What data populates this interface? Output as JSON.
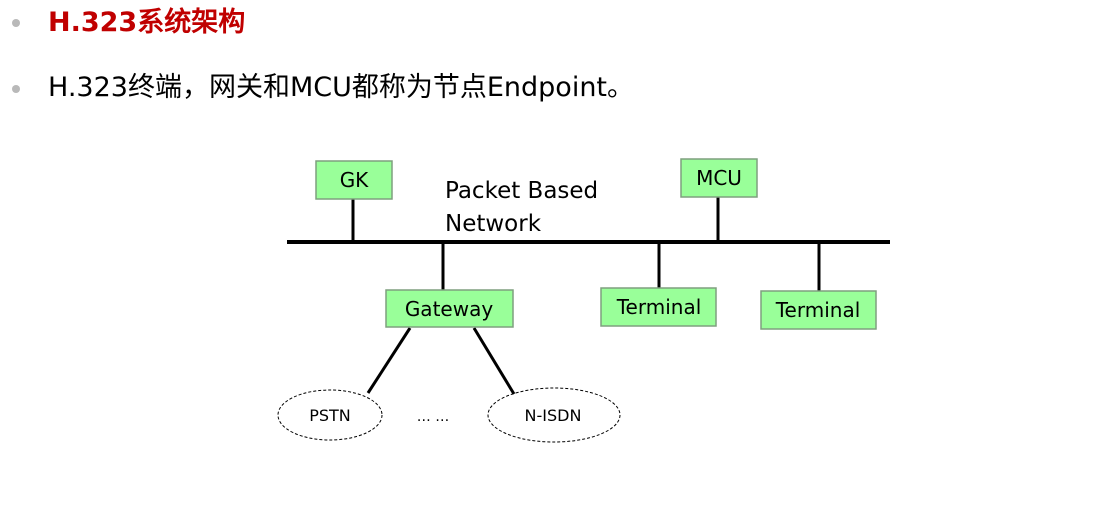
{
  "bullets": {
    "title": "H.323系统架构",
    "description": "H.323终端，网关和MCU都称为节点Endpoint。"
  },
  "diagram": {
    "network_label_line1": "Packet Based",
    "network_label_line2": "Network",
    "nodes": {
      "gk": "GK",
      "mcu": "MCU",
      "gateway": "Gateway",
      "terminal_1": "Terminal",
      "terminal_2": "Terminal"
    },
    "clouds": {
      "pstn": "PSTN",
      "ellipsis": "… …",
      "nisdn": "N-ISDN"
    },
    "colors": {
      "node_fill": "#99ff99",
      "node_stroke": "#7f9f7f",
      "title_color": "#c00000"
    }
  }
}
